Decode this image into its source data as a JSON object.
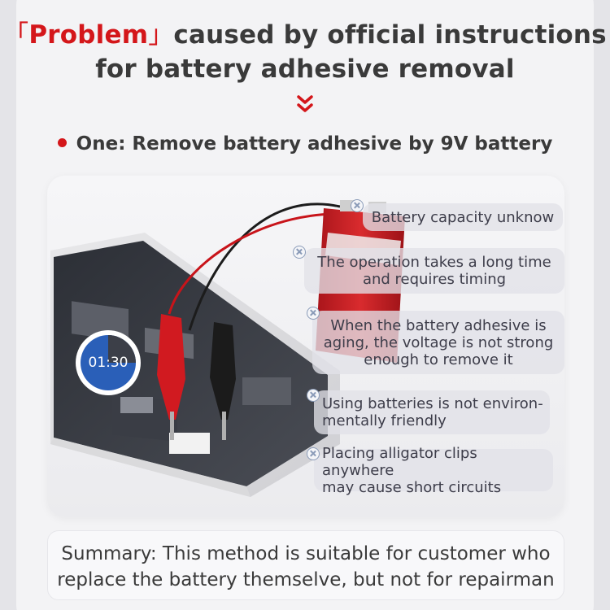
{
  "headline": {
    "bracket_open": "「",
    "highlight": "Problem",
    "bracket_close": "」",
    "line1_rest": "caused by official instructions",
    "line2": "for battery adhesive removal"
  },
  "subhead": {
    "text": "One: Remove battery adhesive by 9V battery"
  },
  "photo": {
    "timer": "01:30"
  },
  "callouts": [
    {
      "line1": "Battery capacity unknow",
      "line2": ""
    },
    {
      "line1": "The operation takes a long time",
      "line2": "and requires timing"
    },
    {
      "line1": "When the battery adhesive is",
      "line2": "aging, the voltage is not strong",
      "line3": "enough to remove it"
    },
    {
      "line1": "Using batteries is not environ-",
      "line2": "mentally friendly"
    },
    {
      "line1": "Placing alligator clips anywhere",
      "line2": "may cause short circuits"
    }
  ],
  "summary": {
    "line1": "Summary: This method is suitable for customer who",
    "line2": "replace the battery themselve, but not for repairman"
  },
  "colors": {
    "accent": "#d4161a",
    "text": "#3a3a3a"
  }
}
